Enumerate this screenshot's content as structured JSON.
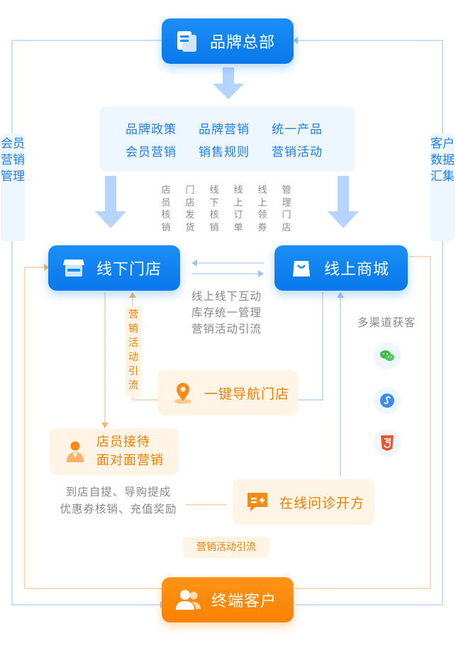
{
  "nodes": {
    "hq": "品牌总部",
    "offline": "线下门店",
    "online": "线上商城",
    "customer": "终端客户"
  },
  "hq_panel": [
    "品牌政策",
    "品牌营销",
    "统一产品",
    "会员营销",
    "销售规则",
    "营销活动"
  ],
  "columns": [
    "店员核销",
    "门店发货",
    "线下核销",
    "线上订单",
    "线上领券",
    "管理门店"
  ],
  "side": {
    "left": "会员营销管理",
    "right": "客户数据汇集"
  },
  "middle_text": [
    "线上线下互动",
    "库存统一管理",
    "营销活动引流"
  ],
  "multichannel": "多渠道获客",
  "vertical_tag": "营销活动引流",
  "navigate": "一键导航门店",
  "clerk": [
    "店员接待",
    "面对面营销"
  ],
  "consult": "在线问诊开方",
  "store_services": [
    "到店自提、导购提成",
    "优惠券核销、充值奖励"
  ],
  "bottom_tag": "营销活动引流",
  "icons": [
    "document-icon",
    "store-icon",
    "bag-icon",
    "users-icon",
    "location-pin-icon",
    "person-icon",
    "chat-icon",
    "wechat-icon",
    "mini-program-icon",
    "html5-icon"
  ],
  "colors": {
    "blue": "#0a78ec",
    "orange": "#fb8100",
    "light_blue": "#eef6ff",
    "light_orange": "#fff4e6"
  }
}
